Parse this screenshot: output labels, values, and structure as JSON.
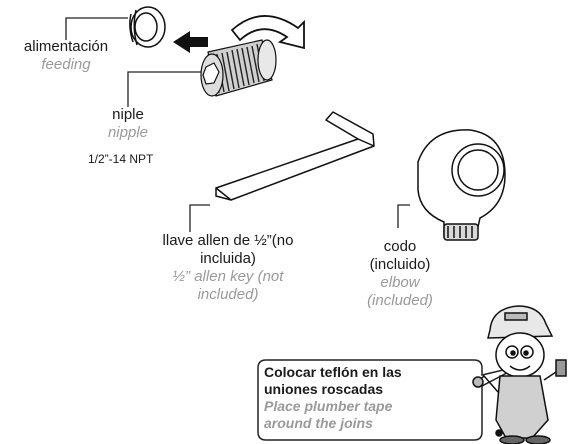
{
  "labels": {
    "feeding_es": "alimentación",
    "feeding_en": "feeding",
    "nipple_es": "niple",
    "nipple_en": "nipple",
    "nipple_size": "1/2”-14 NPT",
    "allen_es_1": "llave allen de ½”(no",
    "allen_es_2": "incluida)",
    "allen_en_1": "½” allen key (not",
    "allen_en_2": "included)",
    "elbow_es_1": "codo",
    "elbow_es_2": "(incluido)",
    "elbow_en_1": "elbow",
    "elbow_en_2": "(included)"
  },
  "tip": {
    "es_1": "Colocar teflón en las",
    "es_2": "uniones roscadas",
    "en_1": "Place plumber tape",
    "en_2": "around the joins"
  }
}
